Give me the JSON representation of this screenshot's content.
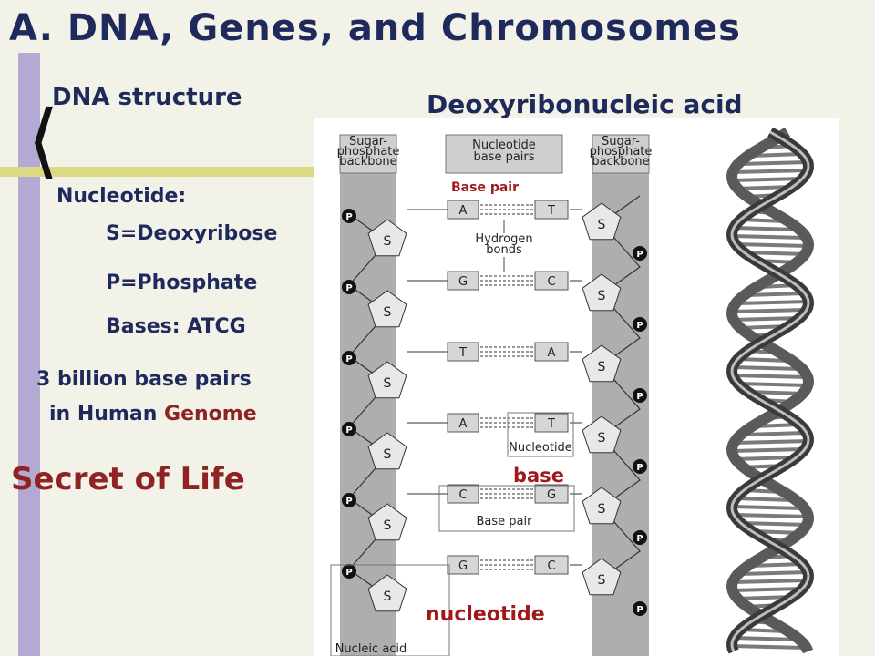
{
  "slide": {
    "title": "A. DNA, Genes, and Chromosomes",
    "subtitle_left": "DNA structure",
    "subtitle_right": "Deoxyribonucleic acid",
    "nucleotide_heading": "Nucleotide:",
    "sugar_line": "S=Deoxyribose",
    "phosphate_line": "P=Phosphate",
    "bases_line": "Bases: ATCG",
    "genome_line1": "3 billion base pairs",
    "genome_line2_prefix": "in Human ",
    "genome_line2_word": "Genome",
    "secret": "Secret of Life"
  },
  "diagram": {
    "left_header_1": "Sugar-",
    "left_header_2": "phosphate",
    "left_header_3": "backbone",
    "mid_header_1": "Nucleotide",
    "mid_header_2": "base pairs",
    "right_header_1": "Sugar-",
    "right_header_2": "phosphate",
    "right_header_3": "backbone",
    "hydrogen_1": "Hydrogen",
    "hydrogen_2": "bonds",
    "nucleotide_box": "Nucleotide",
    "basepair_box": "Base pair",
    "nucleic_box": "Nucleic acid",
    "sugar": "S",
    "phosphate": "P",
    "pairs": [
      {
        "left": "A",
        "right": "T"
      },
      {
        "left": "G",
        "right": "C"
      },
      {
        "left": "T",
        "right": "A"
      },
      {
        "left": "A",
        "right": "T"
      },
      {
        "left": "C",
        "right": "G"
      },
      {
        "left": "G",
        "right": "C"
      }
    ],
    "annot_base_pair": "Base pair",
    "annot_base": "base",
    "annot_nucleotide": "nucleotide"
  },
  "colors": {
    "title": "#1f2a5c",
    "accent_red": "#8f2323",
    "bar_purple": "#b3a9d3",
    "bar_yellow": "#dcd982"
  }
}
